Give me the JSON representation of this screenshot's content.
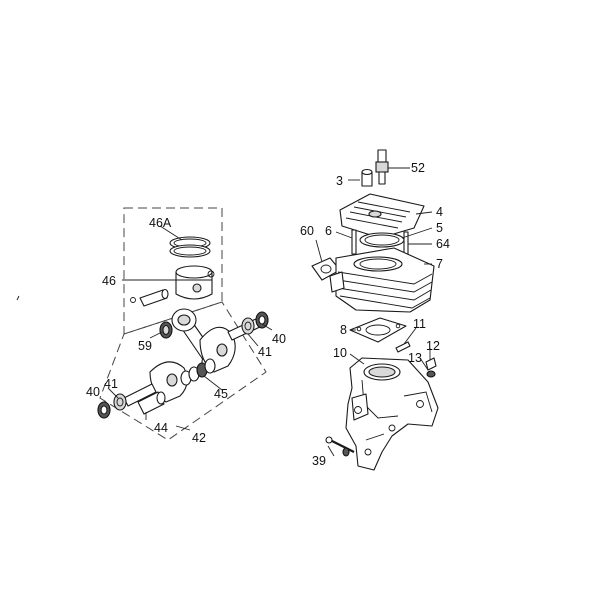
{
  "callouts": {
    "c3": "3",
    "c52": "52",
    "c4": "4",
    "c5": "5",
    "c6": "6",
    "c60": "60",
    "c64": "64",
    "c7": "7",
    "c8": "8",
    "c11": "11",
    "c10": "10",
    "c12": "12",
    "c13": "13",
    "c39": "39",
    "c46A": "46A",
    "c46": "46",
    "c59": "59",
    "c40r": "40",
    "c41r": "41",
    "c45": "45",
    "c40l": "40",
    "c41l": "41",
    "c44": "44",
    "c42": "42"
  }
}
